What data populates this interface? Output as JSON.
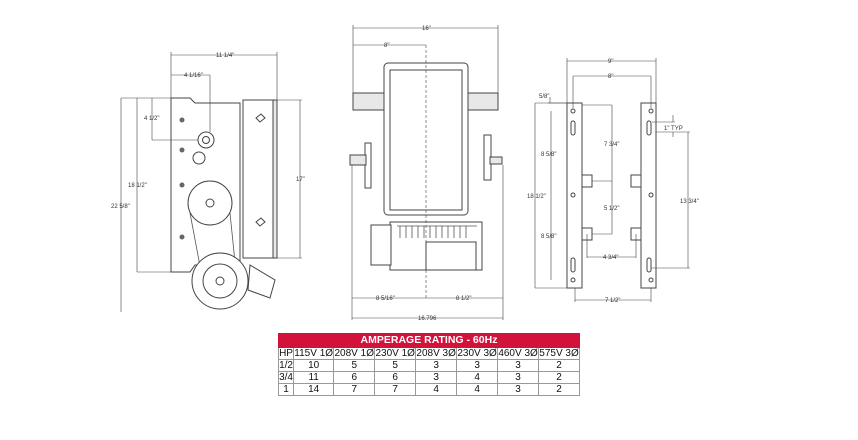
{
  "side_view": {
    "dims": {
      "width_total": "11 1/4\"",
      "shaft_offset": "4 1/16\"",
      "shaft_drop": "4 1/2\"",
      "bracket_height": "18 1/2\"",
      "overall_height": "22 5/8\"",
      "box_height": "17\""
    }
  },
  "front_view": {
    "dims": {
      "width_total": "16\"",
      "half_width": "8\"",
      "left_extent": "8 5/16\"",
      "right_extent": "8 1/2\"",
      "overall_width": "16.796"
    }
  },
  "bracket_view": {
    "dims": {
      "outer_width": "9\"",
      "hole_spacing": "8\"",
      "edge_offset": "5/8\"",
      "slot_typ": "1\" TYP",
      "upper_spacing": "7 3/4\"",
      "upper_left": "8 5/8\"",
      "overall_height": "18 1/2\"",
      "mid_spacing": "5 1/2\"",
      "slot_spacing": "13 3/4\"",
      "lower_left": "8 5/8\"",
      "tab_spacing": "4 3/4\"",
      "bottom_width": "7 1/2\""
    }
  },
  "amperage_table": {
    "title": "AMPERAGE RATING - 60Hz",
    "headers": [
      "HP",
      "115V 1Ø",
      "208V 1Ø",
      "230V 1Ø",
      "208V 3Ø",
      "230V 3Ø",
      "460V 3Ø",
      "575V 3Ø"
    ],
    "rows": [
      [
        "1/2",
        "10",
        "5",
        "5",
        "3",
        "3",
        "3",
        "2"
      ],
      [
        "3/4",
        "11",
        "6",
        "6",
        "3",
        "4",
        "3",
        "2"
      ],
      [
        "1",
        "14",
        "7",
        "7",
        "4",
        "4",
        "3",
        "2"
      ]
    ],
    "header_color": "#d3123b"
  }
}
